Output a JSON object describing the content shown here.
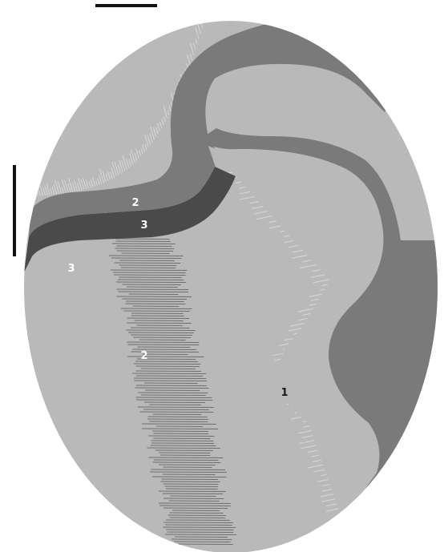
{
  "colors": {
    "background": "#ffffff",
    "section_fill": "#b9b9b9",
    "band_mid": "#7a7a7a",
    "band_dark": "#4a4a4a",
    "hatch_light": "#d8d8d8",
    "hatch_dark": "#6e6e6e",
    "scale_bar": "#111111"
  },
  "labels": {
    "band_upper": "2",
    "band_lower": "3",
    "left_region": "3",
    "center_zone": "2",
    "right_region": "1"
  }
}
